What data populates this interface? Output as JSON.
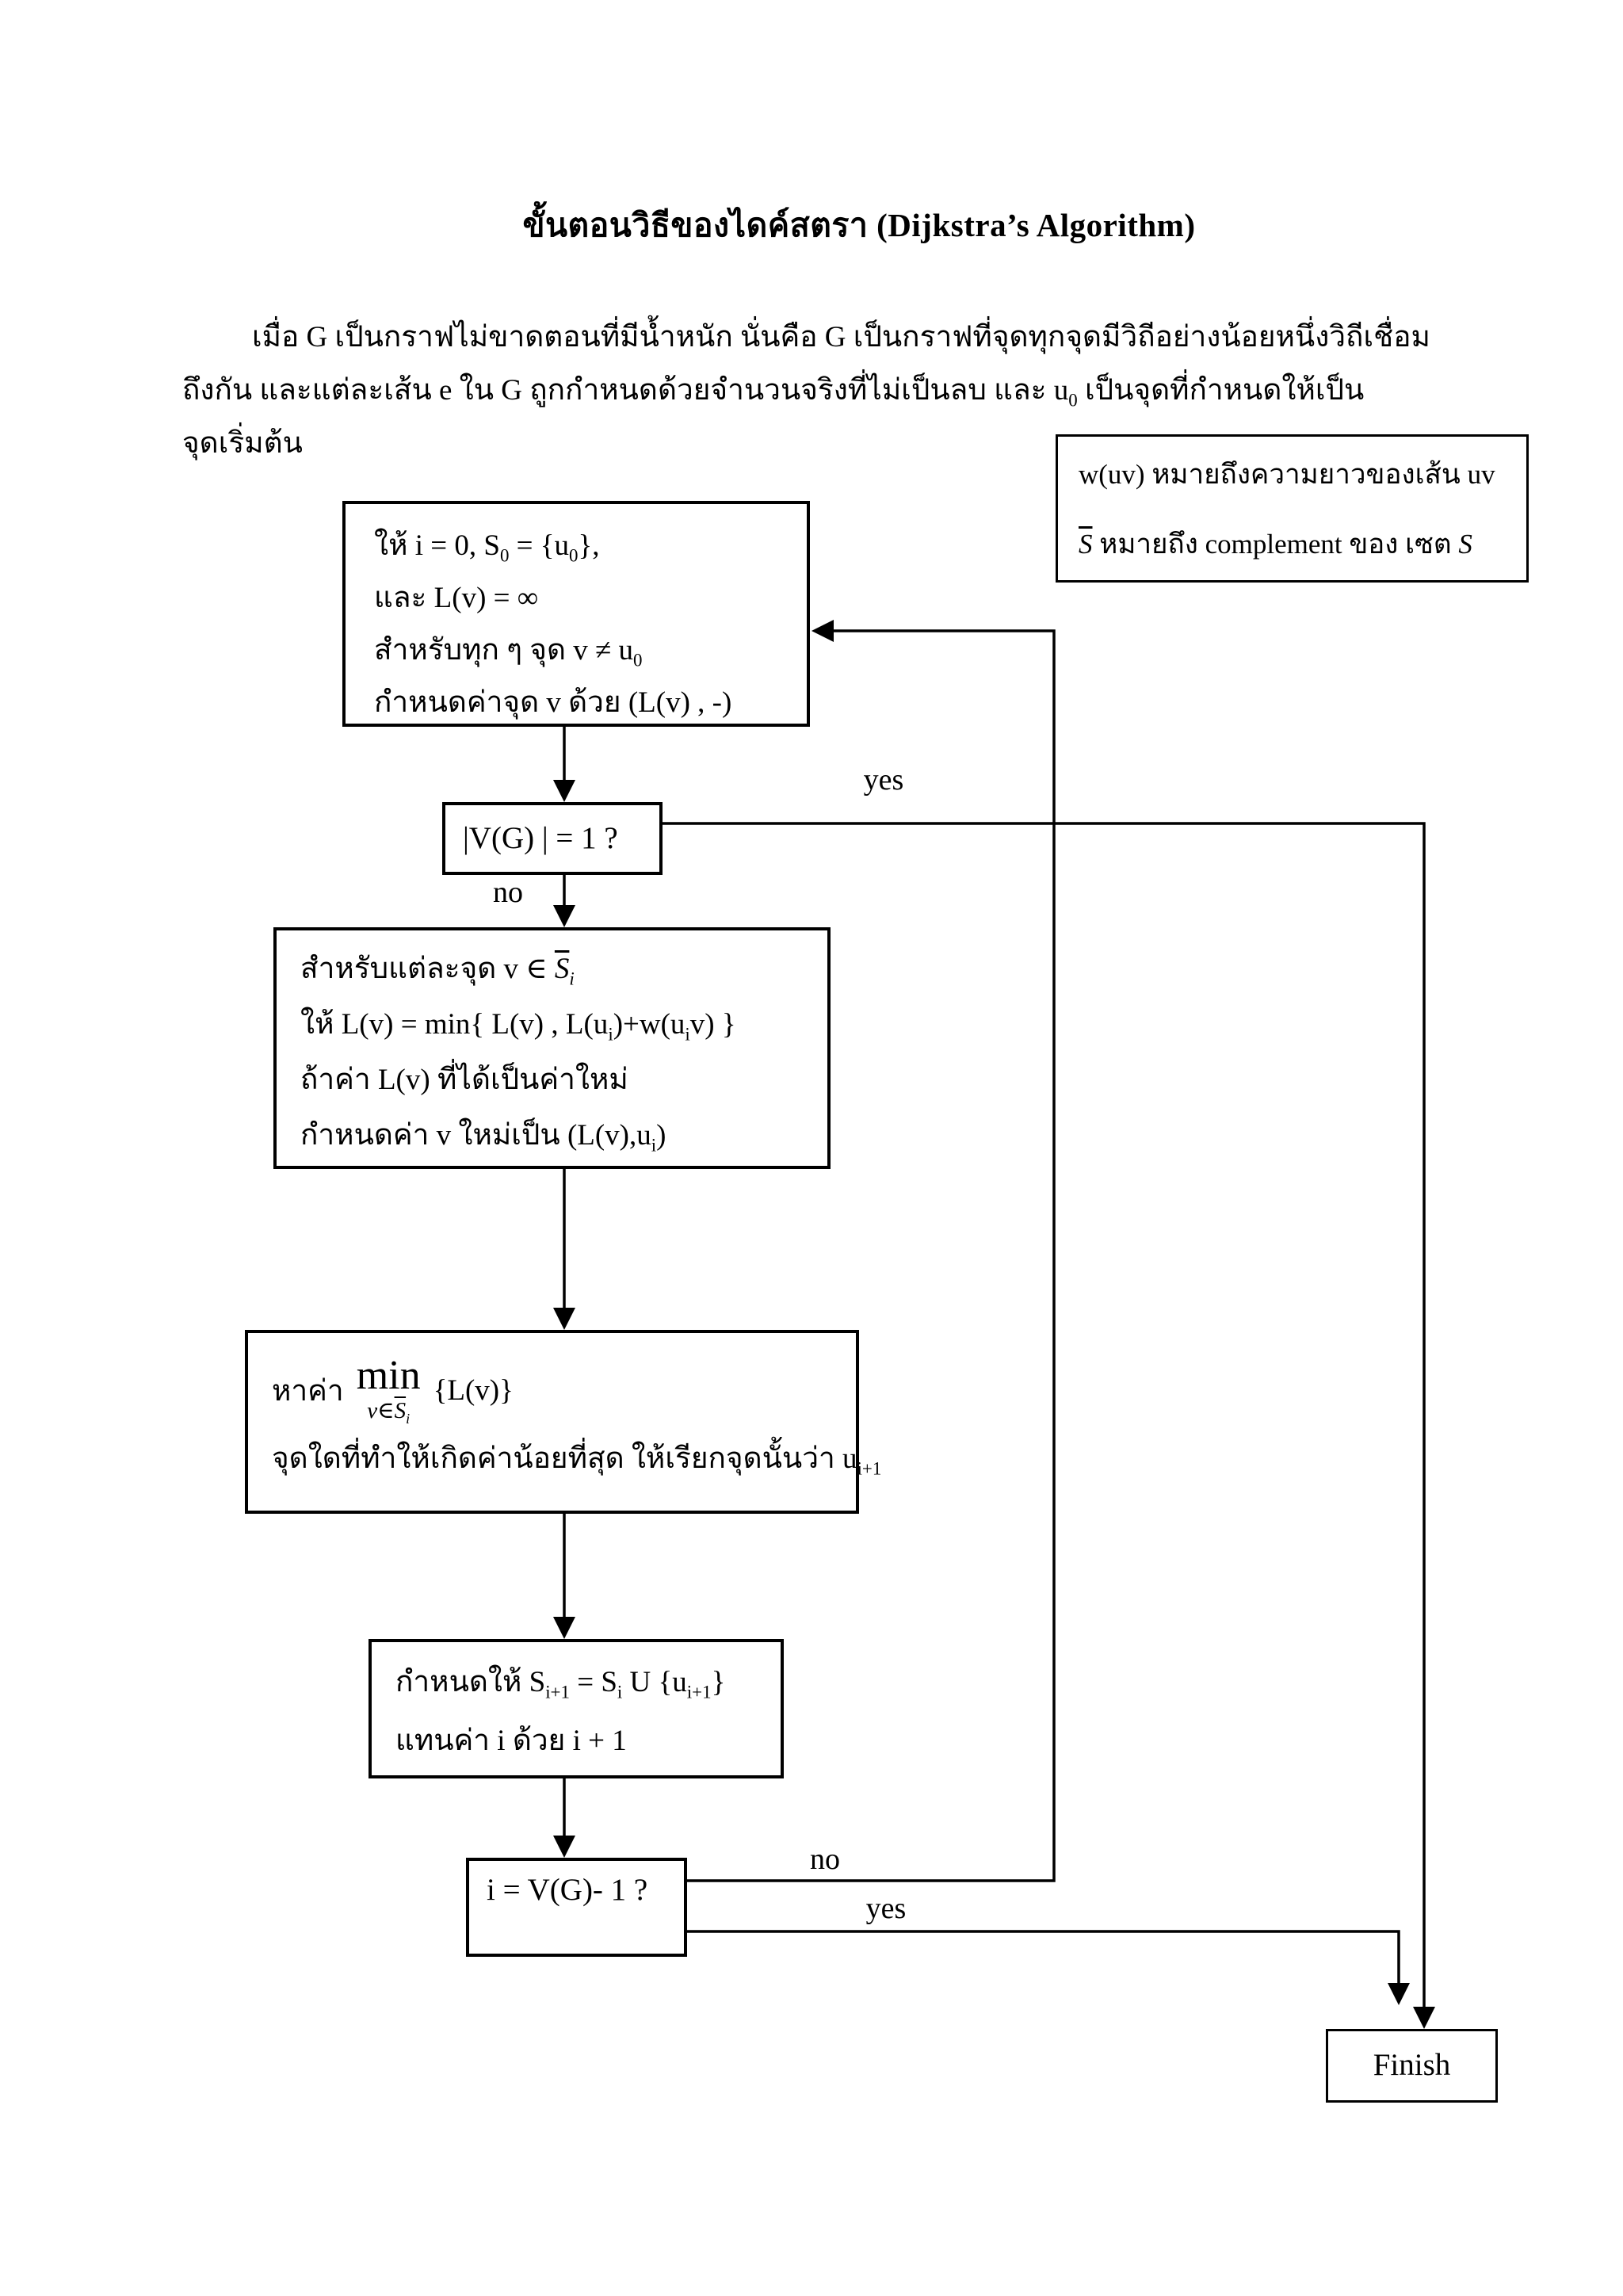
{
  "colors": {
    "ink": "#000000",
    "paper": "#ffffff"
  },
  "title": "ขั้นตอนวิธีของไดค์สตรา (Dijkstra’s Algorithm)",
  "paragraph": {
    "lines": [
      "เมื่อ G เป็นกราฟไม่ขาดตอนที่มีน้ำหนัก นั่นคือ G เป็นกราฟที่จุดทุกจุดมีวิถีอย่างน้อยหนึ่งวิถีเชื่อม",
      "ถึงกัน และแต่ละเส้น e ใน G ถูกกำหนดด้วยจำนวนจริงที่ไม่เป็นลบ และ u[sub]0[/sub] เป็นจุดที่กำหนดให้เป็น",
      "จุดเริ่มต้น"
    ]
  },
  "legend": {
    "lines": [
      "w(uv) หมายถึงความยาวของเส้น uv",
      "[bar][i]S[/i][/bar] หมายถึง complement ของ เซต [i]S[/i]"
    ]
  },
  "flowchart": {
    "init_box": {
      "lines": [
        "ให้ i = 0, S[sub]0[/sub] = {u[sub]0[/sub]},",
        "และ L(v) = ∞",
        "สำหรับทุก ๆ จุด v ≠ u[sub]0[/sub]",
        "กำหนดค่าจุด v ด้วย (L(v) , -)"
      ]
    },
    "decision_vg": {
      "label": "|V(G) | = 1 ?",
      "yes_label": "yes",
      "no_label": "no"
    },
    "update_box": {
      "lines": [
        "สำหรับแต่ละจุด v ∈ [bar][i]S[/i][/bar][sub][i]i[/i][/sub]",
        "ให้ L(v) = min{ L(v) , L(u[sub]i[/sub])+w(u[sub]i[/sub]v) }",
        "ถ้าค่า L(v) ที่ได้เป็นค่าใหม่",
        "กำหนดค่า v ใหม่เป็น (L(v),u[sub]i[/sub])"
      ]
    },
    "min_box": {
      "prefix": "หาค่า",
      "operator": "min",
      "under": "[i]v[/i]∈[bar][i]S[/i][/bar][sub][i]i[/i][/sub]",
      "suffix": "{L(v)}",
      "line2": "จุดใดที่ทำให้เกิดค่าน้อยที่สุด ให้เรียกจุดนั้นว่า u[sub]i+1[/sub]"
    },
    "assign_box": {
      "lines": [
        "กำหนดให้ S[sub]i+1[/sub] = S[sub]i[/sub] U {u[sub]i+1[/sub]}",
        "แทนค่า i ด้วย i + 1"
      ]
    },
    "decision_i": {
      "label": "i = V(G)- 1 ?",
      "yes_label": "yes",
      "no_label": "no"
    },
    "finish_box": {
      "label": "Finish"
    }
  }
}
